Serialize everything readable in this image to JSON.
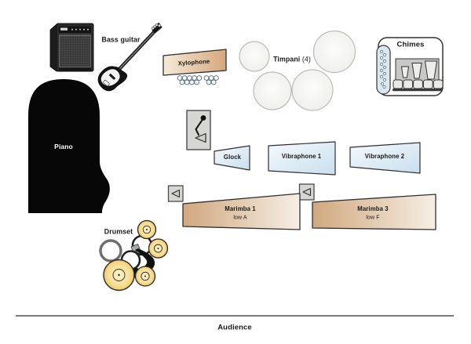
{
  "diagram": {
    "type": "percussion-stage-plot"
  },
  "labels": {
    "bass_guitar": "Bass guitar",
    "xylophone": "Xylophone",
    "timpani_name": "Timpani",
    "timpani_count": "(4)",
    "chimes": "Chimes",
    "piano": "Piano",
    "glock": "Glock",
    "vibraphone_1": "Vibraphone 1",
    "vibraphone_2": "Vibraphone 2",
    "marimba_1": "Marimba 1",
    "marimba_1_range": "low A",
    "marimba_3": "Marimba 3",
    "marimba_3_range": "low F",
    "drumset": "Drumset",
    "audience": "Audience"
  },
  "icons": {
    "microphone": "mic-on-boom-stand-icon",
    "monitor_wedge": "left-pointing-triangle-speaker-icon",
    "monitor_wedge_count": 3
  },
  "colors": {
    "wood_dark": "#d0a87f",
    "wood_light": "#f6efe5",
    "metal_blue_light": "#f3f8fc",
    "metal_blue": "#cfe2ef",
    "timpani_fill": "#f0f0ee",
    "timpani_stroke": "#bcbcb6",
    "cymbal_gold": "#f0cb6d",
    "panel_gray": "#d6d6d3",
    "piano_black": "#0a0a0a",
    "outline": "#2f2f2f",
    "audience_line": "#4d4d4d"
  }
}
